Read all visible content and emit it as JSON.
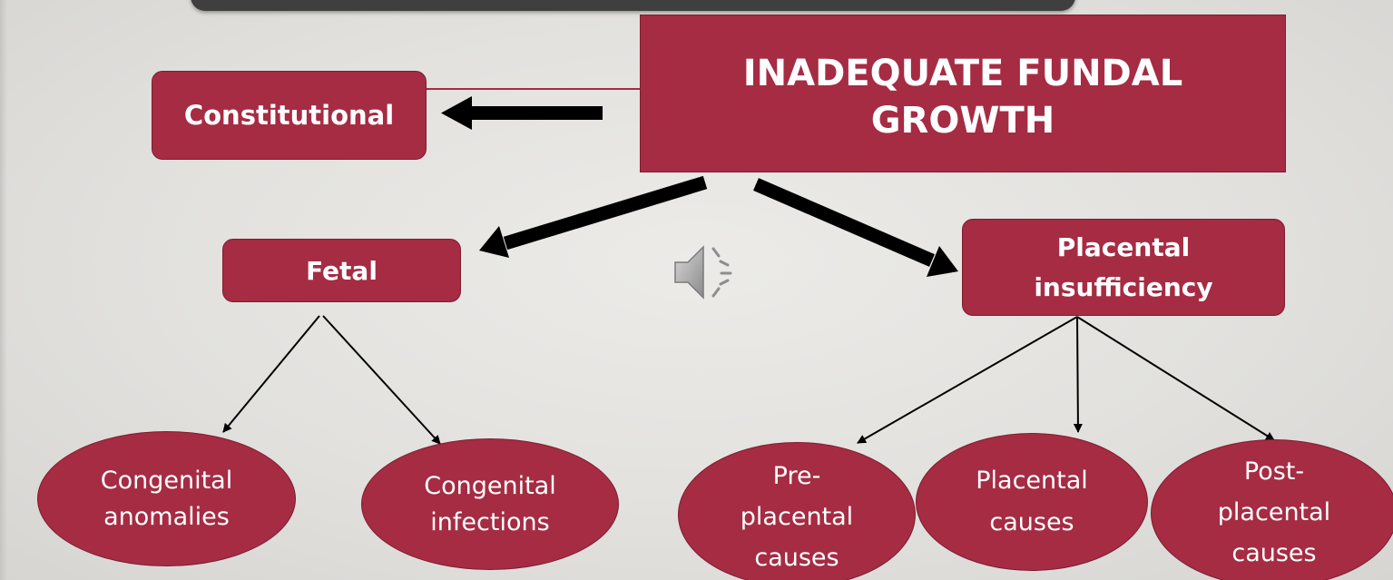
{
  "diagram": {
    "root": {
      "lines": [
        "INADEQUATE FUNDAL",
        "GROWTH"
      ]
    },
    "constitutional": {
      "label": "Constitutional"
    },
    "fetal": {
      "label": "Fetal"
    },
    "placental_insufficiency": {
      "lines": [
        "Placental",
        "insufficiency"
      ]
    },
    "fetal_children": [
      {
        "lines": [
          "Congenital",
          "anomalies"
        ]
      },
      {
        "lines": [
          "Congenital",
          "infections"
        ]
      }
    ],
    "placental_children": [
      {
        "lines": [
          "Pre-",
          "placental",
          "causes"
        ]
      },
      {
        "lines": [
          "Placental",
          "causes"
        ]
      },
      {
        "lines": [
          "Post-",
          "placental",
          "causes"
        ]
      }
    ]
  },
  "colors": {
    "node_fill": "#a52c43",
    "node_border": "#7e1d30",
    "text": "#ffffff",
    "arrow": "#000000",
    "background": "#e4e3e0"
  },
  "icons": {
    "audio": "speaker-icon"
  }
}
